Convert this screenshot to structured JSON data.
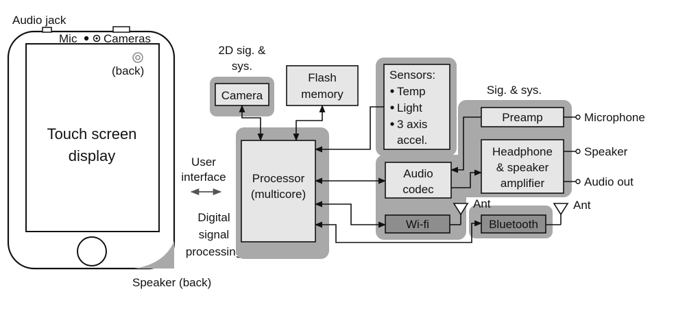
{
  "phone": {
    "audio_jack": "Audio jack",
    "mic": "Mic",
    "cameras": "Cameras",
    "back": "(back)",
    "screen_line1": "Touch screen",
    "screen_line2": "display",
    "speaker_back": "Speaker (back)"
  },
  "labels": {
    "user_interface_1": "User",
    "user_interface_2": "interface",
    "dsp_1": "Digital",
    "dsp_2": "signal",
    "dsp_3": "processing",
    "sig2d_1": "2D sig. &",
    "sig2d_2": "sys.",
    "sig_sys": "Sig. & sys.",
    "ant1": "Ant",
    "ant2": "Ant"
  },
  "blocks": {
    "camera": "Camera",
    "flash_1": "Flash",
    "flash_2": "memory",
    "sensors_title": "Sensors:",
    "sensor_temp": "Temp",
    "sensor_light": "Light",
    "sensor_axis_1": "3 axis",
    "sensor_axis_2": "accel.",
    "processor_1": "Processor",
    "processor_2": "(multicore)",
    "audio_codec_1": "Audio",
    "audio_codec_2": "codec",
    "preamp": "Preamp",
    "amp_1": "Headphone",
    "amp_2": "& speaker",
    "amp_3": "amplifier",
    "wifi": "Wi-fi",
    "bluetooth": "Bluetooth"
  },
  "outputs": {
    "microphone": "Microphone",
    "speaker": "Speaker",
    "audio_out": "Audio out"
  },
  "colors": {
    "group_fill": "#a9a9a9",
    "box_fill": "#e6e6e6",
    "dark_box_fill": "#8e8e8e"
  }
}
